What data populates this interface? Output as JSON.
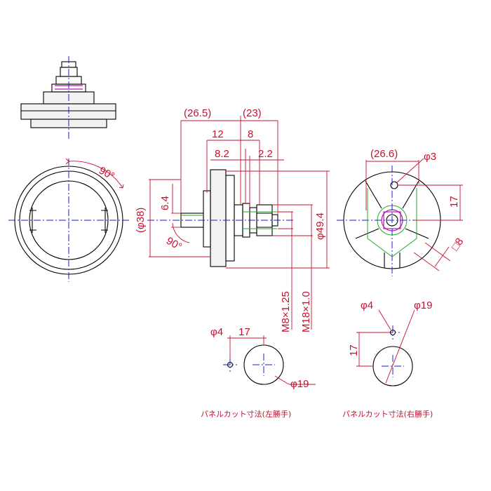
{
  "dimensions": {
    "d_26_5": "(26.5)",
    "d_23": "(23)",
    "d_12": "12",
    "d_8": "8",
    "d_8_2": "8.2",
    "d_2_2": "2.2",
    "d_6_4": "6.4",
    "d_38": "(φ38)",
    "d_49_4": "φ49.4",
    "d_m8": "M8×1.25",
    "d_m18": "M18×1.0",
    "angle_top": "90°",
    "angle_side": "90°",
    "d_26_6": "(26.6)",
    "d_phi3": "φ3",
    "d_17_right": "17",
    "d_sq8": "□8",
    "cut_left_phi4": "φ4",
    "cut_left_17": "17",
    "cut_left_phi19": "φ19",
    "cut_right_phi4": "φ4",
    "cut_right_phi19": "φ19",
    "cut_right_17": "17"
  },
  "captions": {
    "left": "パネルカット寸法(左勝手)",
    "right": "パネルカット寸法(右勝手)"
  },
  "colors": {
    "part": "#000000",
    "dimension": "#c8102e",
    "centerline": "#1a22c8",
    "thread": "#22aa22",
    "nut": "#b01ab0"
  }
}
